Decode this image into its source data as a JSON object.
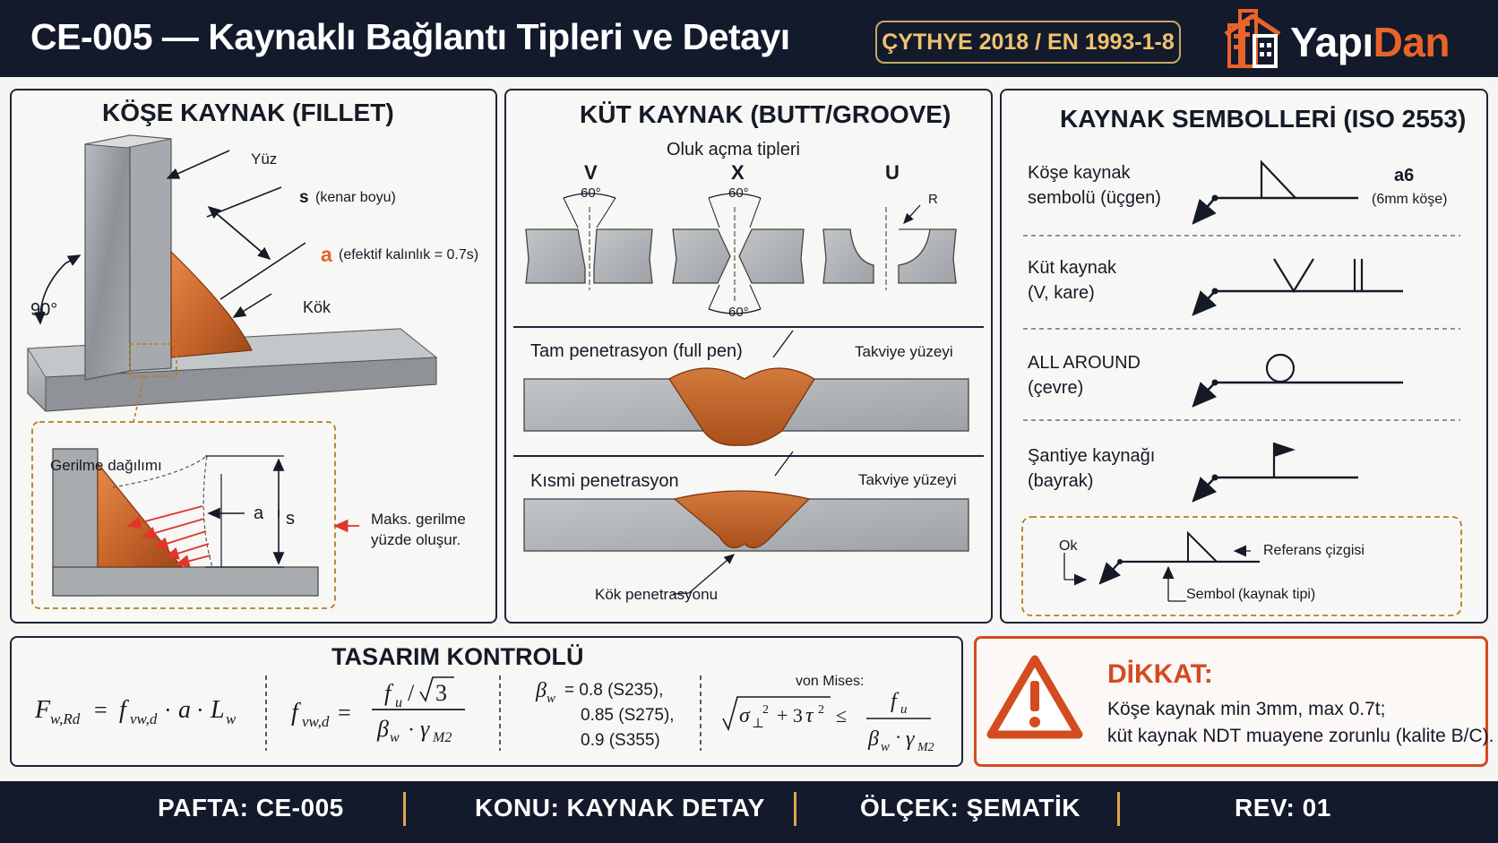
{
  "header": {
    "title": "CE-005 — Kaynaklı Bağlantı Tipleri ve Detayı",
    "standard": "ÇYTHYE 2018 / EN 1993-1-8",
    "logo": {
      "part1": "Yapı",
      "part2": "Dan"
    }
  },
  "colors": {
    "navy": "#121a2c",
    "accent": "#e8642a",
    "gold": "#c9a766",
    "weld": "#c8662c",
    "dikkat": "#d44b20"
  },
  "fillet": {
    "title": "KÖŞE KAYNAK (FILLET)",
    "yuz": "Yüz",
    "s_sym": "s",
    "s_desc": "(kenar boyu)",
    "a_sym": "a",
    "a_desc": "(efektif kalınlık = 0.7s)",
    "kok": "Kök",
    "angle": "90°",
    "stress_title": "Gerilme dağılımı",
    "stress_a": "a",
    "stress_s": "s",
    "max_note_1": "Maks. gerilme",
    "max_note_2": "yüzde oluşur."
  },
  "butt": {
    "title": "KÜT KAYNAK (BUTT/GROOVE)",
    "subtitle": "Oluk açma tipleri",
    "types": [
      "V",
      "X",
      "U"
    ],
    "angle_v": "60°",
    "angle_x_top": "60°",
    "angle_x_bot": "60°",
    "radius": "R",
    "full_pen": "Tam penetrasyon (full pen)",
    "reinf_1": "Takviye yüzeyi",
    "partial_pen": "Kısmi penetrasyon",
    "reinf_2": "Takviye yüzeyi",
    "root_pen": "Kök penetrasyonu"
  },
  "symbols": {
    "title": "KAYNAK SEMBOLLERİ (ISO 2553)",
    "rows": [
      {
        "l1": "Köşe kaynak",
        "l2": "sembolü (üçgen)"
      },
      {
        "l1": "Küt kaynak",
        "l2": "(V, kare)"
      },
      {
        "l1": "ALL AROUND",
        "l2": "(çevre)"
      },
      {
        "l1": "Şantiye kaynağı",
        "l2": "(bayrak)"
      }
    ],
    "fillet_size": "a6",
    "fillet_size_desc": "(6mm köşe)",
    "legend": {
      "ok": "Ok",
      "ref": "Referans çizgisi",
      "sembol": "Sembol",
      "sembol_desc": "(kaynak tipi)"
    }
  },
  "design": {
    "title": "TASARIM KONTROLÜ",
    "beta_label": "β",
    "beta_sub": "w",
    "beta_values": [
      "= 0.8 (S235),",
      "0.85 (S275),",
      "0.9 (S355)"
    ],
    "von_mises": "von Mises:"
  },
  "warning": {
    "title": "DİKKAT:",
    "line1": "Köşe kaynak min 3mm, max 0.7t;",
    "line2": "küt kaynak NDT muayene zorunlu (kalite B/C)."
  },
  "footer": {
    "pafta": "PAFTA: CE-005",
    "konu": "KONU: KAYNAK DETAY",
    "olcek": "ÖLÇEK: ŞEMATİK",
    "rev": "REV: 01"
  }
}
